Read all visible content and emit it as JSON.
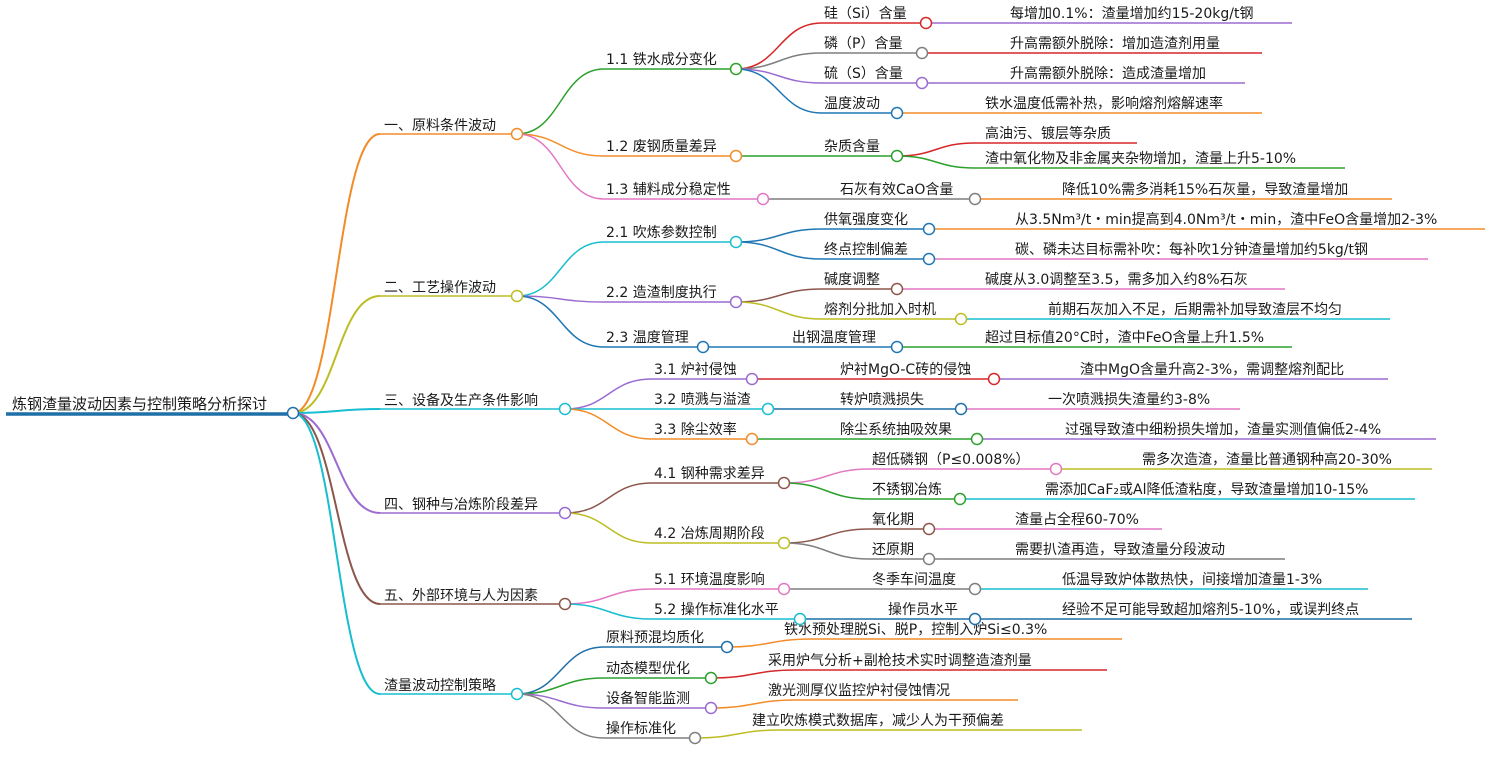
{
  "root": {
    "label": "炼钢渣量波动因素与控制策略分析探讨",
    "color": "#1f6fa8"
  },
  "branches": [
    {
      "label": "一、原料条件波动",
      "color": "#f28c28",
      "children": [
        {
          "label": "1.1 铁水成分变化",
          "color": "#2ca02c",
          "children": [
            {
              "label": "硅（Si）含量",
              "color": "#d62728",
              "leaf": "每增加0.1%：渣量增加约15-20kg/t钢",
              "leafColor": "#9b6bd0"
            },
            {
              "label": "磷（P）含量",
              "color": "#7f7f7f",
              "leaf": "升高需额外脱除：增加造渣剂用量",
              "leafColor": "#d62728"
            },
            {
              "label": "硫（S）含量",
              "color": "#9b6bd0",
              "leaf": "升高需额外脱除：造成渣量增加",
              "leafColor": "#9b6bd0"
            },
            {
              "label": "温度波动",
              "color": "#1f77b4",
              "leaf": "铁水温度低需补热，影响熔剂熔解速率",
              "leafColor": "#f28c28"
            }
          ]
        },
        {
          "label": "1.2 废钢质量差异",
          "color": "#f28c28",
          "children": [
            {
              "label": "杂质含量",
              "color": "#2ca02c",
              "leaves": [
                {
                  "text": "高油污、镀层等杂质",
                  "color": "#d62728"
                },
                {
                  "text": "渣中氧化物及非金属夹杂物增加，渣量上升5-10%",
                  "color": "#2ca02c"
                }
              ]
            }
          ]
        },
        {
          "label": "1.3 辅料成分稳定性",
          "color": "#e377c2",
          "children": [
            {
              "label": "石灰有效CaO含量",
              "color": "#7f7f7f",
              "leaf": "降低10%需多消耗15%石灰量，导致渣量增加",
              "leafColor": "#f28c28"
            }
          ]
        }
      ]
    },
    {
      "label": "二、工艺操作波动",
      "color": "#bcbd22",
      "children": [
        {
          "label": "2.1 吹炼参数控制",
          "color": "#17becf",
          "children": [
            {
              "label": "供氧强度变化",
              "color": "#1f77b4",
              "leaf": "从3.5Nm³/t・min提高到4.0Nm³/t・min，渣中FeO含量增加2-3%",
              "leafColor": "#f28c28"
            },
            {
              "label": "终点控制偏差",
              "color": "#1f77b4",
              "leaf": "碳、磷未达目标需补吹：每补吹1分钟渣量增加约5kg/t钢",
              "leafColor": "#e377c2"
            }
          ]
        },
        {
          "label": "2.2 造渣制度执行",
          "color": "#9b6bd0",
          "children": [
            {
              "label": "碱度调整",
              "color": "#8c564b",
              "leaf": "碱度从3.0调整至3.5，需多加入约8%石灰",
              "leafColor": "#e377c2"
            },
            {
              "label": "熔剂分批加入时机",
              "color": "#bcbd22",
              "leaf": "前期石灰加入不足，后期需补加导致渣层不均匀",
              "leafColor": "#17becf"
            }
          ]
        },
        {
          "label": "2.3 温度管理",
          "color": "#1f77b4",
          "children": [
            {
              "label": "出钢温度管理",
              "color": "#1f77b4",
              "leaf": "超过目标值20°C时，渣中FeO含量上升1.5%",
              "leafColor": "#2ca02c"
            }
          ]
        }
      ]
    },
    {
      "label": "三、设备及生产条件影响",
      "color": "#17becf",
      "children": [
        {
          "label": "3.1 炉衬侵蚀",
          "color": "#9b6bd0",
          "children": [
            {
              "label": "炉衬MgO-C砖的侵蚀",
              "color": "#d62728",
              "leaf": "渣中MgO含量升高2-3%，需调整熔剂配比",
              "leafColor": "#9b6bd0"
            }
          ]
        },
        {
          "label": "3.2 喷溅与溢渣",
          "color": "#17becf",
          "children": [
            {
              "label": "转炉喷溅损失",
              "color": "#1f6fa8",
              "leaf": "一次喷溅损失渣量约3-8%",
              "leafColor": "#e377c2"
            }
          ]
        },
        {
          "label": "3.3 除尘效率",
          "color": "#f28c28",
          "children": [
            {
              "label": "除尘系统抽吸效果",
              "color": "#2ca02c",
              "leaf": "过强导致渣中细粉损失增加，渣量实测值偏低2-4%",
              "leafColor": "#9b6bd0"
            }
          ]
        }
      ]
    },
    {
      "label": "四、钢种与冶炼阶段差异",
      "color": "#9b6bd0",
      "children": [
        {
          "label": "4.1 钢种需求差异",
          "color": "#8c564b",
          "children": [
            {
              "label": "超低磷钢（P≤0.008%）",
              "color": "#e377c2",
              "leaf": "需多次造渣，渣量比普通钢种高20-30%",
              "leafColor": "#bcbd22"
            },
            {
              "label": "不锈钢冶炼",
              "color": "#2ca02c",
              "leaf": "需添加CaF₂或Al降低渣粘度，导致渣量增加10-15%",
              "leafColor": "#17becf"
            }
          ]
        },
        {
          "label": "4.2 冶炼周期阶段",
          "color": "#bcbd22",
          "children": [
            {
              "label": "氧化期",
              "color": "#8c564b",
              "leaf": "渣量占全程60-70%",
              "leafColor": "#e377c2"
            },
            {
              "label": "还原期",
              "color": "#7f7f7f",
              "leaf": "需要扒渣再造，导致渣量分段波动",
              "leafColor": "#7f7f7f"
            }
          ]
        }
      ]
    },
    {
      "label": "五、外部环境与人为因素",
      "color": "#8c564b",
      "children": [
        {
          "label": "5.1 环境温度影响",
          "color": "#e377c2",
          "children": [
            {
              "label": "冬季车间温度",
              "color": "#7f7f7f",
              "leaf": "低温导致炉体散热快，间接增加渣量1-3%",
              "leafColor": "#17becf"
            }
          ]
        },
        {
          "label": "5.2 操作标准化水平",
          "color": "#17becf",
          "children": [
            {
              "label": "操作员水平",
              "color": "#1f6fa8",
              "leaf": "经验不足可能导致超加熔剂5-10%，或误判终点",
              "leafColor": "#1f6fa8"
            }
          ]
        }
      ]
    },
    {
      "label": "渣量波动控制策略",
      "color": "#17becf",
      "children": [
        {
          "label": "原料预混均质化",
          "color": "#1f6fa8",
          "leaf": "铁水预处理脱Si、脱P，控制入炉Si≤0.3%",
          "leafColor": "#f28c28"
        },
        {
          "label": "动态模型优化",
          "color": "#2ca02c",
          "leaf": "采用炉气分析+副枪技术实时调整造渣剂量",
          "leafColor": "#d62728"
        },
        {
          "label": "设备智能监测",
          "color": "#9b6bd0",
          "leaf": "激光测厚仪监控炉衬侵蚀情况",
          "leafColor": "#f28c28"
        },
        {
          "label": "操作标准化",
          "color": "#7f7f7f",
          "leaf": "建立吹炼模式数据库，减少人为干预偏差",
          "leafColor": "#bcbd22"
        }
      ]
    }
  ]
}
